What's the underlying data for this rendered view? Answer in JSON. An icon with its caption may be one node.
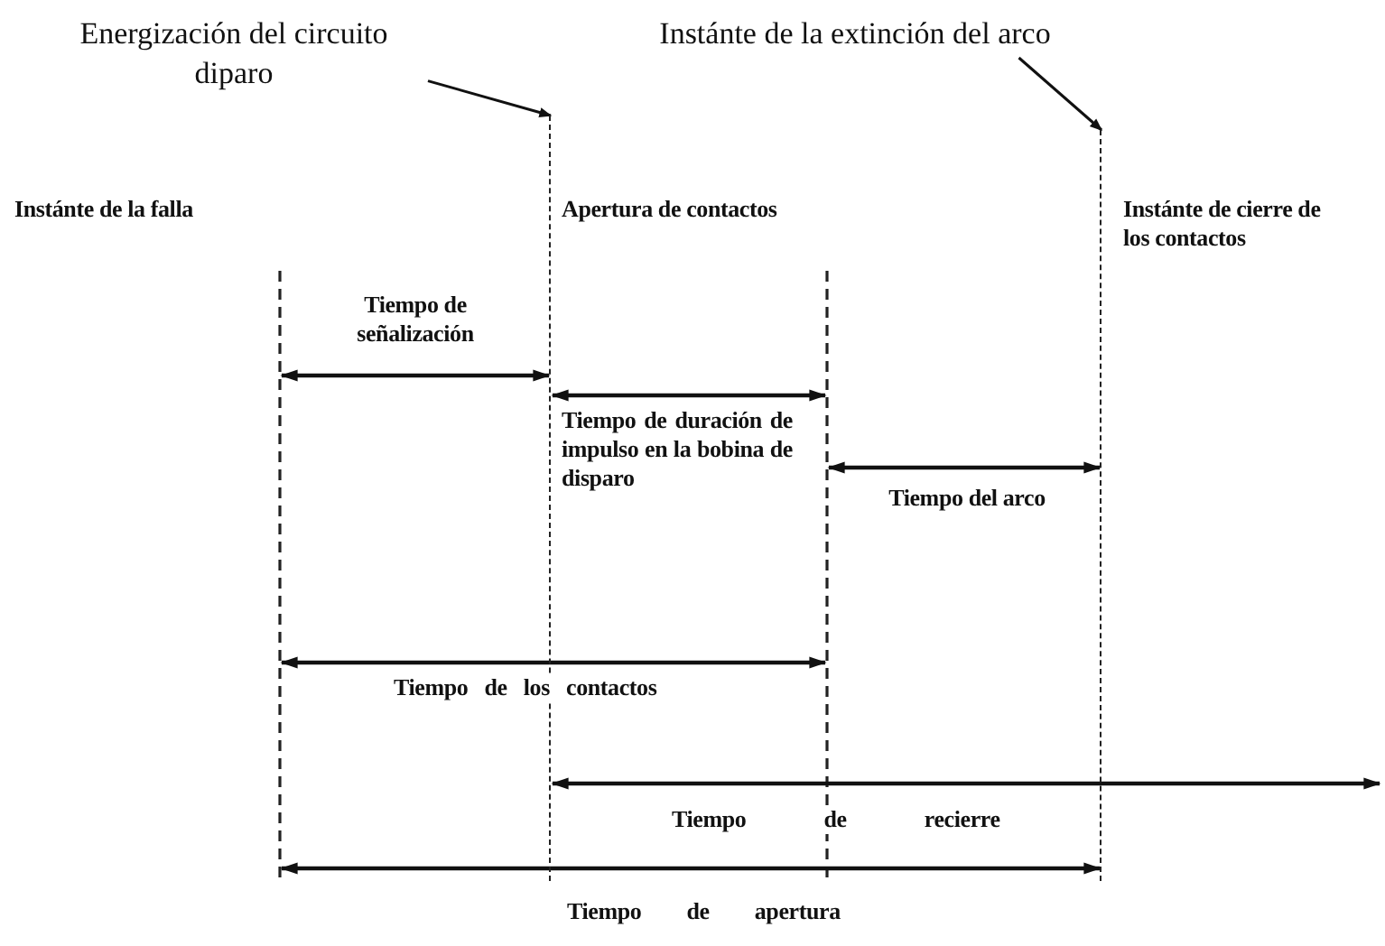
{
  "diagram": {
    "nodes": [
      {
        "text": [
          "Energización del circuito diparo"
        ]
      },
      {
        "text": [
          "Instánte de la extinción del arco"
        ]
      },
      {
        "text": [],
        "shape": "line"
      },
      {
        "text": [],
        "shape": "line"
      }
    ],
    "edges": [
      {
        "from": 0,
        "to": 2,
        "arrow": "to"
      },
      {
        "from": 1,
        "to": 3,
        "arrow": "to"
      }
    ],
    "labels": [
      "Instánte de la falla",
      "Apertura de contactos",
      "Instánte de cierre de los contactos",
      "Tiempo de señalización",
      "Tiempo de duración de impulso en la bobina de disparo",
      "Tiempo del arco",
      "Tiempo de los contactos",
      "Tiempo de recierre",
      "Tiempo de apertura"
    ]
  }
}
